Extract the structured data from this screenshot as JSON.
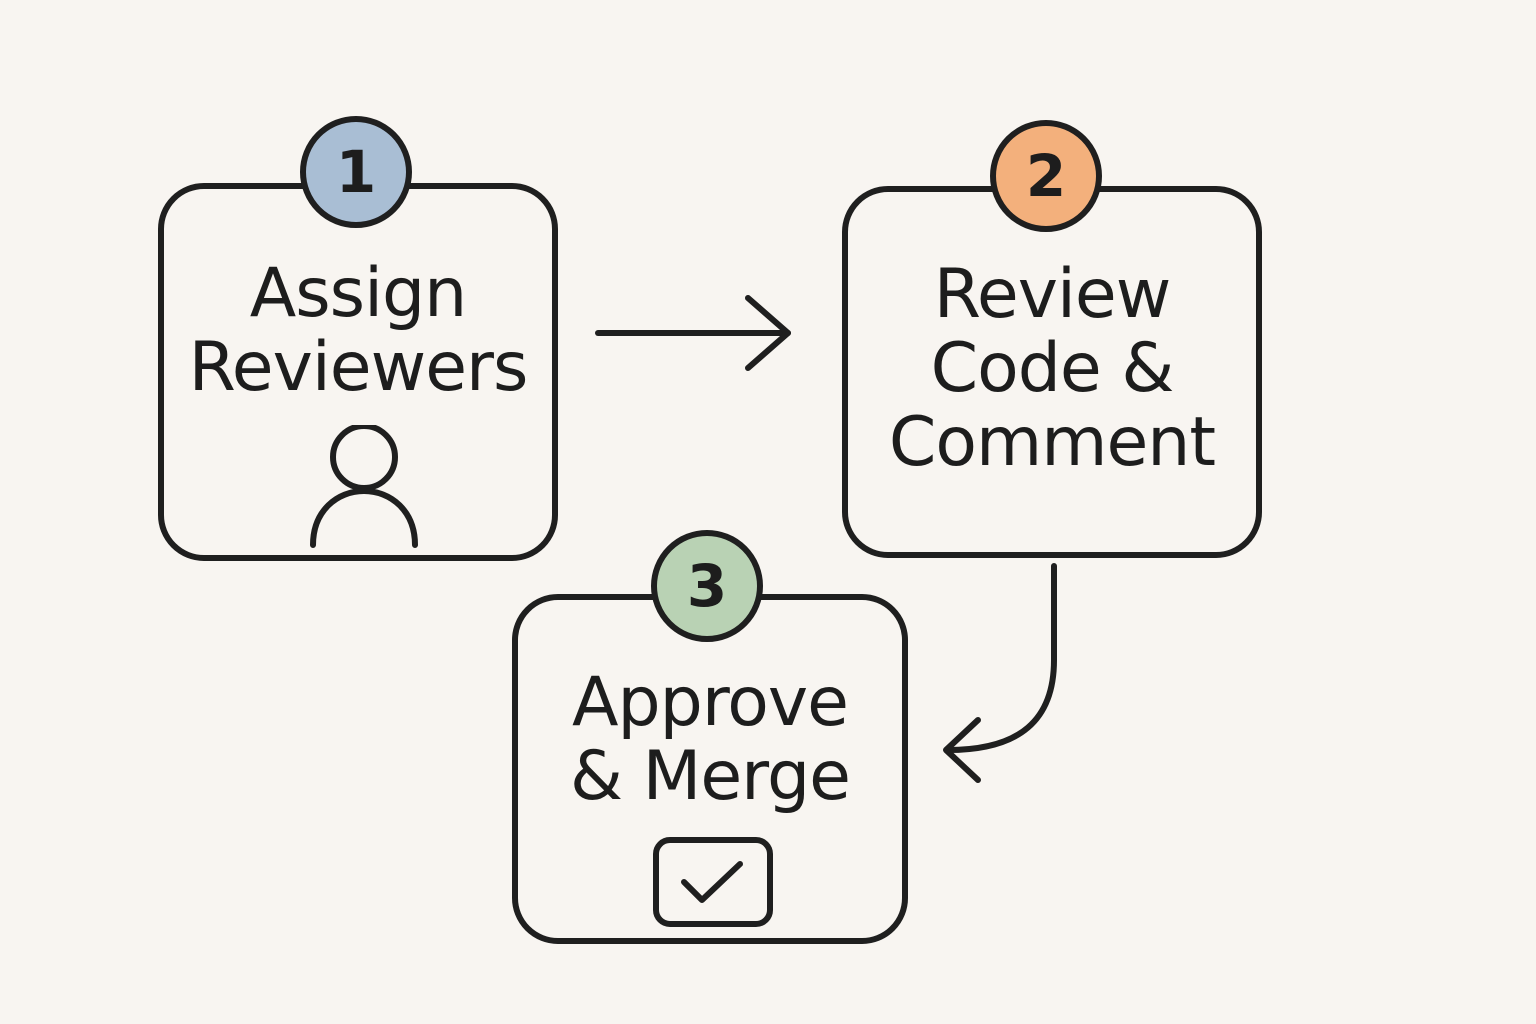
{
  "colors": {
    "background": "#f8f5f1",
    "stroke": "#1f1f1f",
    "step1_badge": "#a9bed4",
    "step2_badge": "#f3b07c",
    "step3_badge": "#b9d2b4"
  },
  "steps": [
    {
      "number": "1",
      "title_lines": [
        "Assign",
        "Reviewers"
      ],
      "icon": "user-icon"
    },
    {
      "number": "2",
      "title_lines": [
        "Review",
        "Code &",
        "Comment"
      ],
      "icon": ""
    },
    {
      "number": "3",
      "title_lines": [
        "Approve",
        "& Merge"
      ],
      "icon": "checkbox-checked-icon"
    }
  ],
  "connectors": [
    {
      "from": "1",
      "to": "2",
      "icon": "arrow-right-icon"
    },
    {
      "from": "2",
      "to": "3",
      "icon": "curved-arrow-icon"
    }
  ]
}
